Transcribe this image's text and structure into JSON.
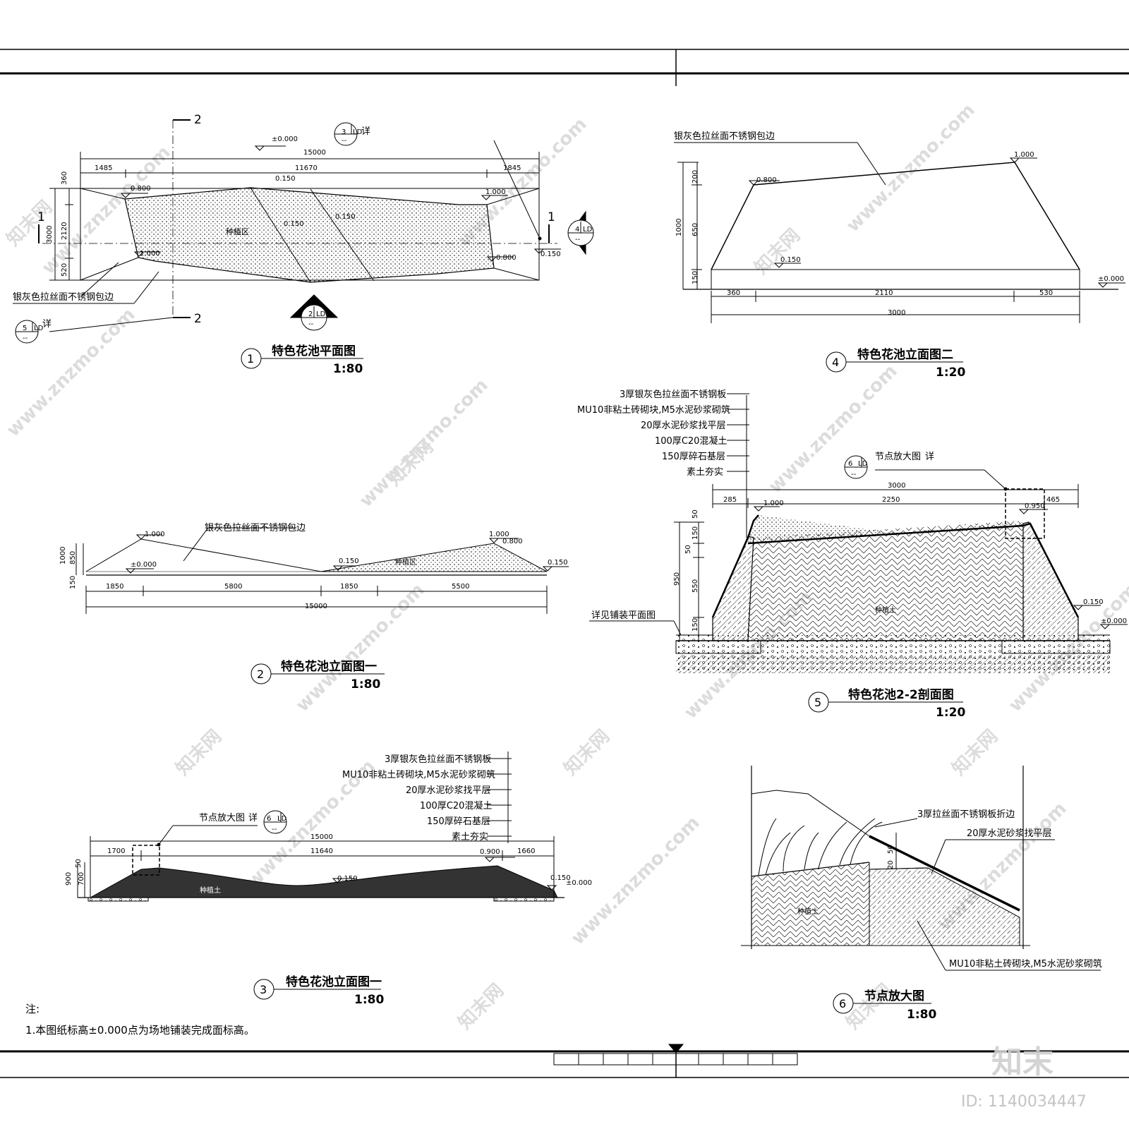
{
  "views": {
    "v1": {
      "num": "1",
      "title": "特色花池平面图",
      "scale": "1:80"
    },
    "v2": {
      "num": "2",
      "title": "特色花池立面图一",
      "scale": "1:80"
    },
    "v3": {
      "num": "3",
      "title": "特色花池立面图一",
      "scale": "1:80"
    },
    "v4": {
      "num": "4",
      "title": "特色花池立面图二",
      "scale": "1:20"
    },
    "v5": {
      "num": "5",
      "title": "特色花池2-2剖面图",
      "scale": "1:20"
    },
    "v6": {
      "num": "6",
      "title": "节点放大图",
      "scale": "1:80"
    }
  },
  "plan": {
    "dim_total": "15000",
    "dim_left": "1485",
    "dim_mid": "11670",
    "dim_right": "1845",
    "dim_h_total": "3000",
    "dim_h_top": "360",
    "dim_h_mid": "2120",
    "dim_h_bot": "520",
    "elev_zero": "±0.000",
    "elev_a": "0.800",
    "elev_b": "0.150",
    "elev_c": "1.000",
    "elev_d": "0.150",
    "elev_e": "0.150",
    "elev_f": "1.000",
    "elev_g": "0.800",
    "elev_h": "0.150",
    "zone": "种植区",
    "edge_label": "银灰色拉丝面不锈钢包边",
    "sec1": "1",
    "sec2": "2",
    "ref_ld": "LD",
    "ref3": "3",
    "ref4": "4",
    "ref5": "5",
    "ref2": "2",
    "ref_dash": "--",
    "xiang": "详"
  },
  "elev1": {
    "h_total": "1000",
    "h_a": "850",
    "h_b": "150",
    "elev_a": "1.000",
    "elev_zero": "±0.000",
    "elev_b": "1.000",
    "elev_c": "0.800",
    "elev_d": "0.150",
    "elev_e": "0.150",
    "label": "银灰色拉丝面不锈钢包边",
    "zone": "种植区",
    "d1": "1850",
    "d2": "5800",
    "d3": "1850",
    "d4": "5500",
    "total": "15000"
  },
  "elev1b": {
    "layers": [
      "3厚银灰色拉丝面不锈钢板",
      "MU10非粘土砖砌块,M5水泥砂浆砌筑",
      "20厚水泥砂浆找平层",
      "100厚C20混凝土",
      "150厚碎石基层",
      "素土夯实"
    ],
    "node": "节点放大图",
    "xiang": "详",
    "ref": "6",
    "ld": "LD",
    "dash": "--",
    "total": "15000",
    "d1": "1700",
    "d2": "11640",
    "d3": "1660",
    "h_a": "50",
    "h_b": "700",
    "h_c": "900",
    "elev_a": "0.900",
    "elev_b": "0.150",
    "elev_c": "0.150",
    "elev_zero": "±0.000",
    "soil": "种植土"
  },
  "elev2": {
    "label": "银灰色拉丝面不锈钢包边",
    "elev_a": "1.000",
    "elev_b": "0.800",
    "elev_c": "0.150",
    "elev_zero": "±0.000",
    "h_a": "200",
    "h_b": "650",
    "h_c": "150",
    "h_total": "1000",
    "d1": "360",
    "d2": "2110",
    "d3": "530",
    "total": "3000"
  },
  "sect": {
    "layers": [
      "3厚银灰色拉丝面不锈钢板",
      "MU10非粘土砖砌块,M5水泥砂浆砌筑",
      "20厚水泥砂浆找平层",
      "100厚C20混凝土",
      "150厚碎石基层",
      "素土夯实"
    ],
    "node": "节点放大图",
    "xiang": "详",
    "ref": "6",
    "ld": "LD",
    "dash": "--",
    "total": "3000",
    "d1": "285",
    "d2": "2250",
    "d3": "465",
    "elev_a": "1.000",
    "elev_b": "0.950",
    "elev_c": "0.150",
    "elev_zero": "±0.000",
    "h_a": "50",
    "h_b": "150",
    "h_c": "50",
    "h_d": "550",
    "h_e": "150",
    "h_total": "950",
    "paving": "详见铺装平面图",
    "soil": "种植土"
  },
  "node": {
    "l1": "3厚拉丝面不锈钢板折边",
    "l2": "20厚水泥砂浆找平层",
    "l3": "MU10非粘土砖砌块,M5水泥砂浆砌筑",
    "soil": "种植土",
    "h_a": "50",
    "h_b": "20"
  },
  "notes": {
    "head": "注:",
    "line1": "1.本图纸标高±0.000点为场地铺装完成面标高。"
  },
  "watermark": {
    "url": "www.znzmo.com",
    "cn": "知末网",
    "brand": "知末",
    "id": "ID: 1140034447"
  }
}
